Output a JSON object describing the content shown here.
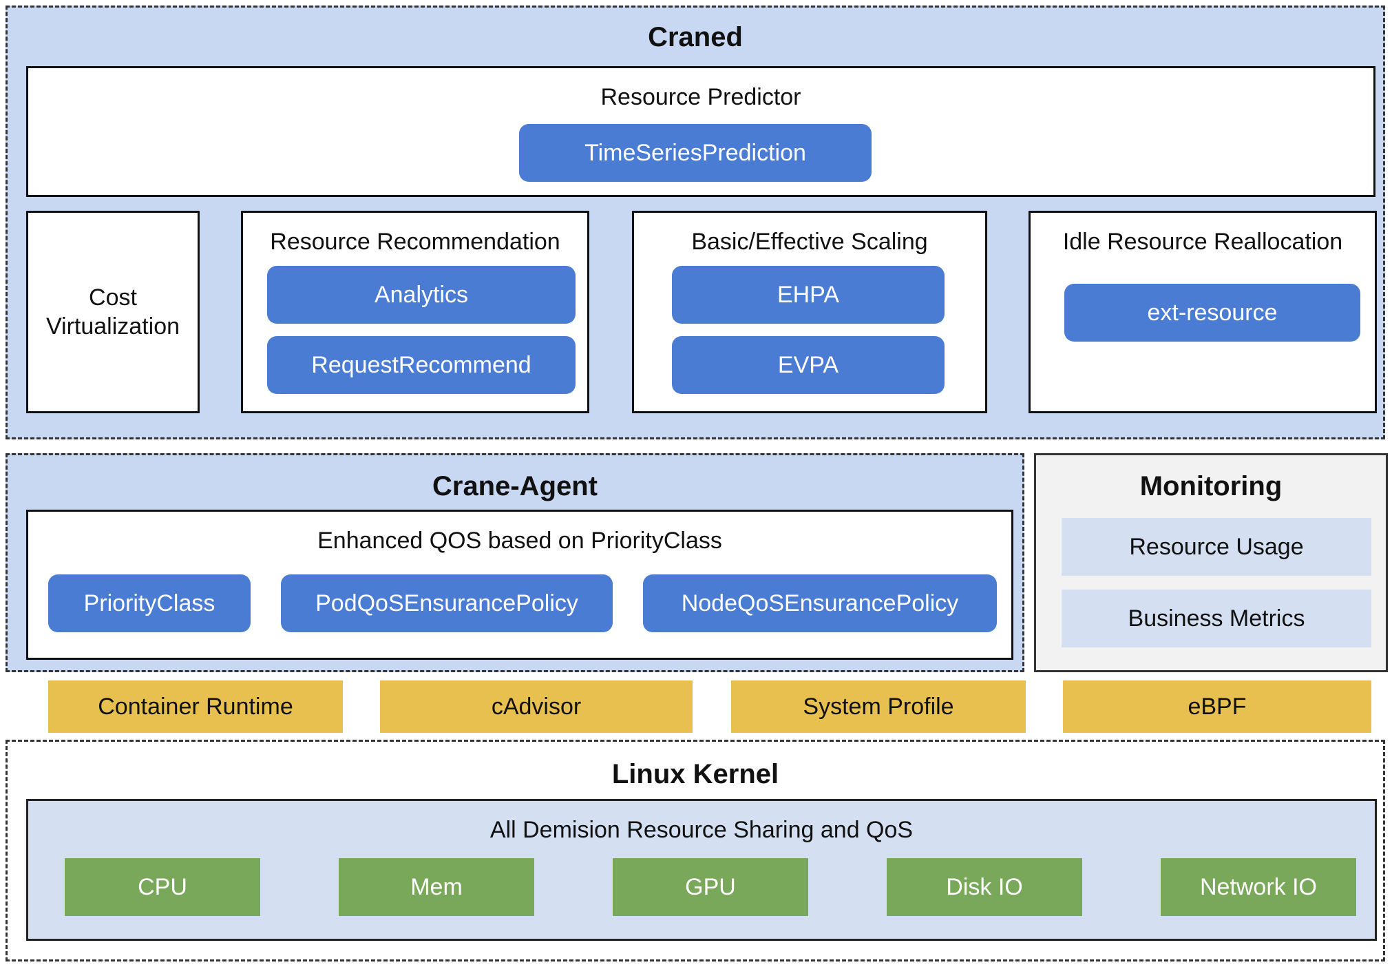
{
  "craned": {
    "title": "Craned",
    "predictor": {
      "title": "Resource Predictor",
      "items": [
        "TimeSeriesPrediction"
      ]
    },
    "cost": {
      "title": "Cost\nVirtualization"
    },
    "recommendation": {
      "title": "Resource Recommendation",
      "items": [
        "Analytics",
        "RequestRecommend"
      ]
    },
    "scaling": {
      "title": "Basic/Effective Scaling",
      "items": [
        "EHPA",
        "EVPA"
      ]
    },
    "idle": {
      "title": "Idle Resource Reallocation",
      "items": [
        "ext-resource"
      ]
    }
  },
  "agent": {
    "title": "Crane-Agent",
    "qos": {
      "title": "Enhanced QOS based on PriorityClass",
      "items": [
        "PriorityClass",
        "PodQoSEnsurancePolicy",
        "NodeQoSEnsurancePolicy"
      ]
    }
  },
  "monitoring": {
    "title": "Monitoring",
    "items": [
      "Resource Usage",
      "Business Metrics"
    ]
  },
  "middle_layer": [
    "Container Runtime",
    "cAdvisor",
    "System Profile",
    "eBPF"
  ],
  "kernel": {
    "title": "Linux Kernel",
    "sharing": {
      "title": "All Demision Resource Sharing and QoS",
      "items": [
        "CPU",
        "Mem",
        "GPU",
        "Disk IO",
        "Network IO"
      ]
    }
  },
  "colors": {
    "panel_blue": "#c9d8f2",
    "pill_blue": "#4a7cd4",
    "light_blue": "#d4e0f1",
    "yellow": "#e8c04f",
    "green": "#79a85a",
    "grey": "#f2f2f2"
  }
}
